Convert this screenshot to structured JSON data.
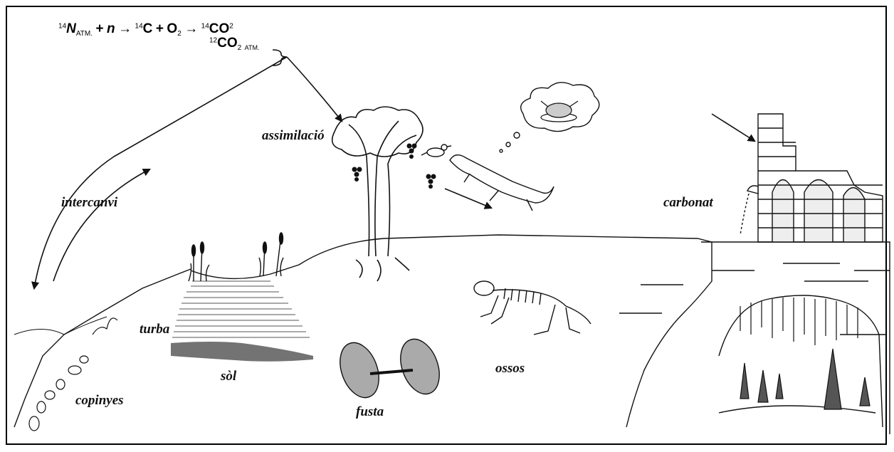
{
  "formula": {
    "n14_mass": "14",
    "n_symbol": "N",
    "n_sub": "ATM.",
    "plus1": "+",
    "neutron": "n",
    "arrow1": "→",
    "c14_mass": "14",
    "c_symbol": "C",
    "plus2": "+",
    "o2": "O",
    "o2_sub": "2",
    "arrow2": "→",
    "co2_14_mass": "14",
    "co2_14": "CO",
    "co2_14_sub": "2",
    "co2_12_mass": "12",
    "co2_12": "CO",
    "co2_12_sub": "2",
    "co2_12_atm": "ATM."
  },
  "labels": {
    "assimilacio": "assimilació",
    "intercanvi": "intercanvi",
    "carbonat": "carbonat",
    "turba": "turba",
    "sol": "sòl",
    "copinyes": "copinyes",
    "fusta": "fusta",
    "ossos": "ossos"
  },
  "icons": [
    "tree-icon",
    "grapes-icon",
    "bird-icon",
    "fox-icon",
    "thought-bubble-icon",
    "roast-chicken-icon",
    "reeds-icon",
    "marsh-water-icon",
    "wooden-wheel-icon",
    "skeleton-icon",
    "ruined-wall-icon",
    "gargoyle-icon",
    "cave-icon",
    "stalactites-icon",
    "stalagmites-icon",
    "shells-icon"
  ],
  "colors": {
    "ink": "#111111",
    "background": "#ffffff"
  }
}
